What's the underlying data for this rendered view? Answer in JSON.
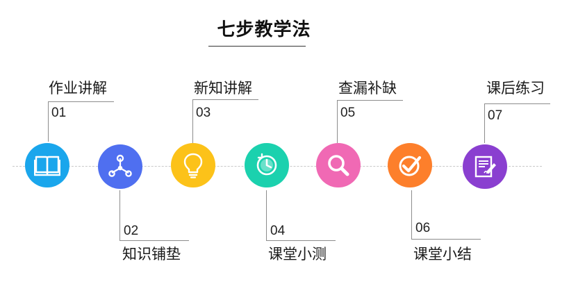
{
  "title": "七步教学法",
  "steps": [
    {
      "num": "01",
      "label": "作业讲解",
      "color": "#1aa6ec",
      "icon": "book-icon"
    },
    {
      "num": "02",
      "label": "知识铺垫",
      "color": "#4f6ff0",
      "icon": "share-nodes-icon"
    },
    {
      "num": "03",
      "label": "新知讲解",
      "color": "#fcc219",
      "icon": "lightbulb-icon"
    },
    {
      "num": "04",
      "label": "课堂小测",
      "color": "#1bd1ae",
      "icon": "timer-icon"
    },
    {
      "num": "05",
      "label": "查漏补缺",
      "color": "#f069b4",
      "icon": "magnifier-icon"
    },
    {
      "num": "06",
      "label": "课堂小结",
      "color": "#fd7f2b",
      "icon": "check-circle-icon"
    },
    {
      "num": "07",
      "label": "课后练习",
      "color": "#8a3fd0",
      "icon": "document-pen-icon"
    }
  ]
}
